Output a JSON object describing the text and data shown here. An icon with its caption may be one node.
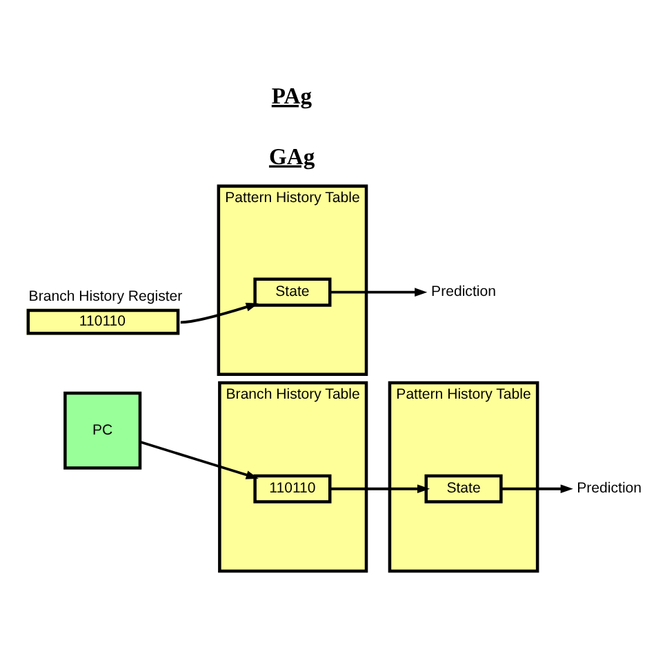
{
  "diagram": {
    "nodes": [
      {
        "text": [
          "110110"
        ],
        "beside": [
          "Branch History Register"
        ]
      },
      {
        "text": [
          "Pattern History Table"
        ]
      },
      {
        "text": [
          "State"
        ],
        "in": 1
      },
      {
        "text": [
          "Prediction"
        ]
      },
      {
        "text": [
          "PC"
        ]
      },
      {
        "text": [
          "Branch History Table"
        ]
      },
      {
        "text": [
          "110110"
        ],
        "in": 5
      },
      {
        "text": [
          "Pattern History Table"
        ]
      },
      {
        "text": [
          "State"
        ],
        "in": 7
      },
      {
        "text": [
          "Prediction"
        ]
      }
    ],
    "edges": [
      {
        "from": 0,
        "to": 2,
        "arrow": "to"
      },
      {
        "from": 2,
        "to": 3,
        "arrow": "to"
      },
      {
        "from": 4,
        "to": 6,
        "arrow": "to"
      },
      {
        "from": 6,
        "to": 8,
        "arrow": "to"
      },
      {
        "from": 8,
        "to": 9,
        "arrow": "to"
      }
    ],
    "labels": [
      "GAg",
      "PAg"
    ]
  }
}
